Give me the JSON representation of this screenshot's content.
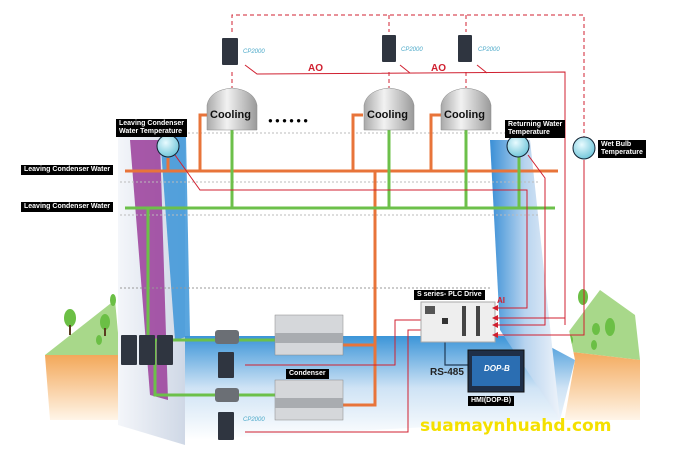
{
  "diagram": {
    "cooling_towers": [
      {
        "label": "Cooling",
        "drive": "CP2000"
      },
      {
        "label": "Cooling",
        "drive": "CP2000"
      },
      {
        "label": "Cooling",
        "drive": "CP2000"
      }
    ],
    "ellipsis": "● ● ● ● ● ●",
    "signals": {
      "ao_1": "AO",
      "ao_2": "AO",
      "ai": "AI"
    },
    "sensors": {
      "leaving_condenser_temp": "Leaving Condenser\nWater Temperature",
      "returning_water_temp": "Returning Water\nTemperature",
      "wet_bulb_temp": "Wet Bulb\nTemperature"
    },
    "pipes": {
      "orange_line": "Leaving Condenser Water",
      "green_line": "Leaving Condenser Water"
    },
    "plc_label": "S series- PLC Drive",
    "rs485_label": "RS-485",
    "hmi_label": "HMI(DOP-B)",
    "hmi_screen": "DOP-B",
    "condenser_label": "Condenser",
    "pump_drive": "CP2000"
  },
  "watermark": "suamaynhuahd.com",
  "colors": {
    "orange_pipe": "#e8743a",
    "green_pipe": "#6cc04a",
    "signal_red": "#d02030",
    "label_bg": "#000000",
    "watermark": "#f4e000",
    "wall_blue": "#3f93d6",
    "wall_purple": "#9a3d9a"
  }
}
